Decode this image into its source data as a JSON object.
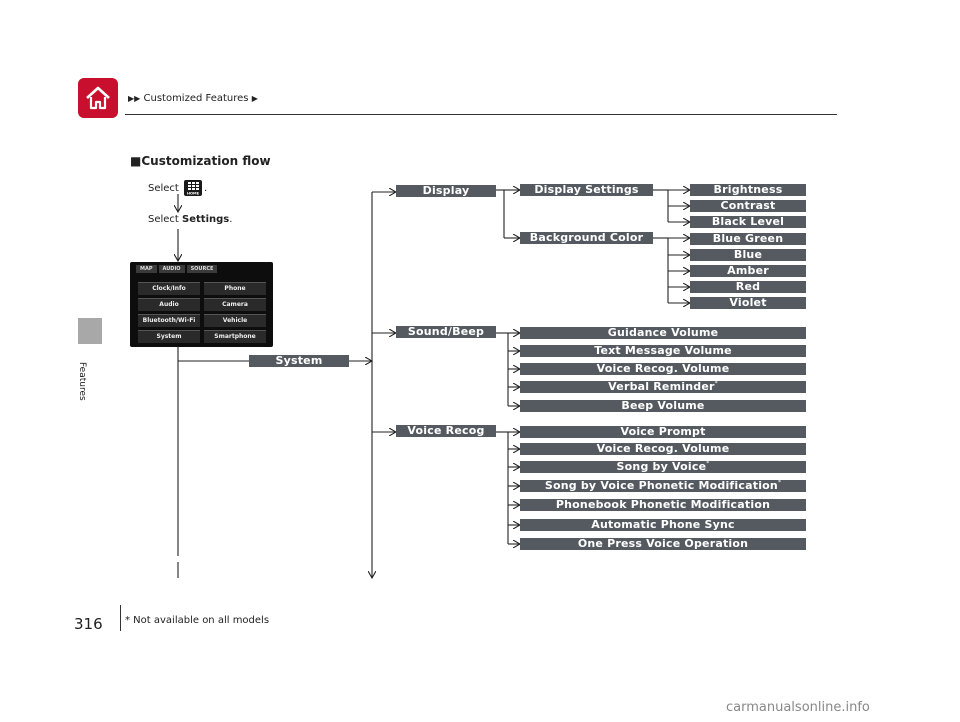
{
  "header": {
    "breadcrumb": "Customized Features",
    "sidebar_label": "Features"
  },
  "section_title": "Customization flow",
  "steps": {
    "select_prefix": "Select",
    "select_suffix": ".",
    "home_icon_text": "HOME",
    "select_settings_prefix": "Select",
    "settings_word": "Settings",
    "settings_suffix": "."
  },
  "screen": {
    "tabs": [
      "MAP",
      "AUDIO",
      "SOURCE"
    ],
    "buttons": [
      "Clock/Info",
      "Phone",
      "Audio",
      "Camera",
      "Bluetooth/Wi-Fi",
      "Vehicle",
      "System",
      "Smartphone"
    ]
  },
  "tree": {
    "system": "System",
    "display": "Display",
    "display_settings": "Display Settings",
    "background_color": "Background Color",
    "brightness": "Brightness",
    "contrast": "Contrast",
    "black_level": "Black Level",
    "blue_green": "Blue Green",
    "blue": "Blue",
    "amber": "Amber",
    "red": "Red",
    "violet": "Violet",
    "sound_beep": "Sound/Beep",
    "guidance_volume": "Guidance Volume",
    "text_message_volume": "Text Message Volume",
    "voice_recog_volume": "Voice Recog. Volume",
    "verbal_reminder": "Verbal Reminder",
    "beep_volume": "Beep Volume",
    "voice_recog": "Voice Recog",
    "voice_prompt": "Voice Prompt",
    "voice_recog_volume_2": "Voice Recog. Volume",
    "song_by_voice": "Song by Voice",
    "song_by_voice_phonetic": "Song by Voice Phonetic Modification",
    "phonebook_phonetic": "Phonebook Phonetic Modification",
    "automatic_phone_sync": "Automatic Phone Sync",
    "one_press_voice": "One Press Voice Operation",
    "asterisk": "*"
  },
  "footer": {
    "page_number": "316",
    "footnote": "* Not available on all models",
    "watermark": "carmanualsonline.info"
  },
  "colors": {
    "box_bg": "#555a60",
    "home_red": "#c8102e",
    "sidebar_gray": "#a8a8a8"
  }
}
